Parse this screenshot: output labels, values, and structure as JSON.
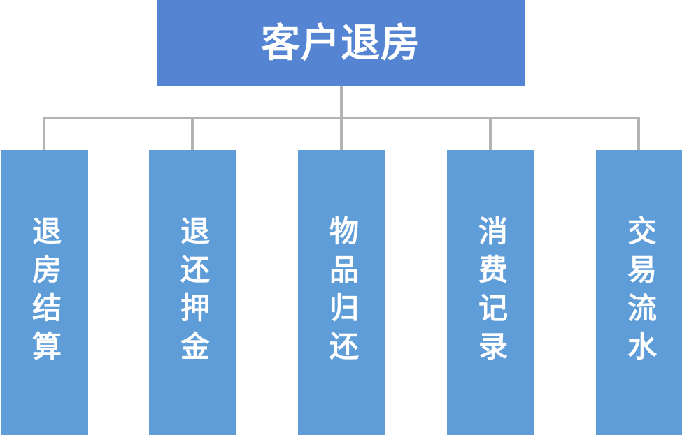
{
  "diagram": {
    "type": "org-chart",
    "title": "客户退房",
    "children": [
      {
        "label": "退房结算"
      },
      {
        "label": "退还押金"
      },
      {
        "label": "物品归还"
      },
      {
        "label": "消费记录"
      },
      {
        "label": "交易流水"
      }
    ],
    "colors": {
      "root_fill": "#5585D2",
      "child_fill": "#5F9DD8",
      "connector": "#B3B3B3",
      "text": "#FFFFFF"
    }
  }
}
